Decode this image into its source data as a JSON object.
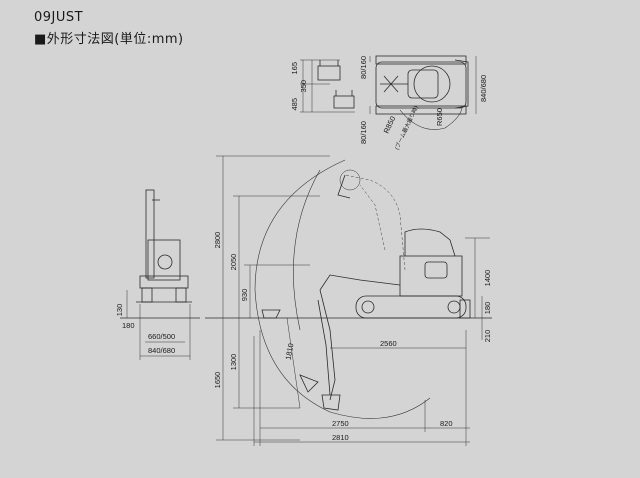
{
  "header": {
    "model": "09JUST",
    "section": "■外形寸法図(単位:mm)"
  },
  "top_view": {
    "dims": [
      "165",
      "350",
      "485",
      "80/160",
      "80/160",
      "840/680",
      "R850",
      "(ブーム最大振り時)",
      "R650"
    ]
  },
  "front_view": {
    "dims": [
      "130",
      "180",
      "660/500",
      "840/680"
    ]
  },
  "side_view": {
    "dims": [
      "2800",
      "2050",
      "930",
      "1650",
      "1300",
      "1810",
      "2560",
      "1400",
      "180",
      "210",
      "2750",
      "820",
      "2810"
    ]
  }
}
